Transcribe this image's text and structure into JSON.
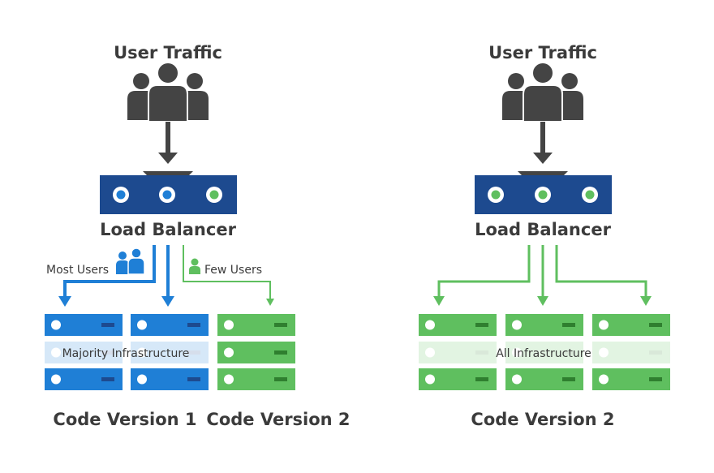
{
  "left": {
    "traffic_title": "User Traffic",
    "lb_label": "Load Balancer",
    "most_users_label": "Most Users",
    "few_users_label": "Few Users",
    "band_label": "Majority Infrastructure",
    "version1_label": "Code Version 1",
    "version2_label": "Code Version 2"
  },
  "right": {
    "traffic_title": "User Traffic",
    "lb_label": "Load Balancer",
    "band_label": "All Infrastructure",
    "version_label": "Code Version 2"
  },
  "colors": {
    "blue": "#1f7fd6",
    "navy": "#1d4a8f",
    "green": "#5fbf5f",
    "dark_gray": "#444444"
  },
  "icons": {
    "users": "users-group-icon",
    "user_blue": "user-pair-icon",
    "user_green": "user-single-icon",
    "server": "server-rack-icon"
  }
}
